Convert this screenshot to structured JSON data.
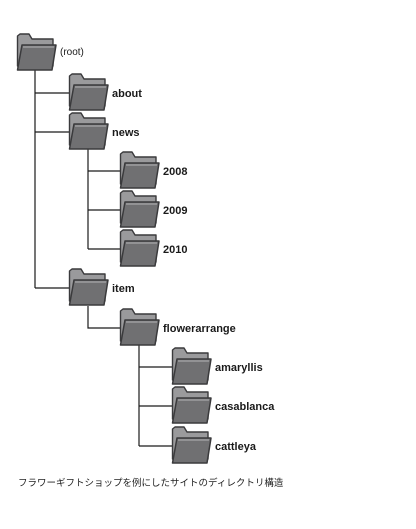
{
  "colors": {
    "folder_front": "#6e6e70",
    "folder_back": "#9a9a9c",
    "folder_outline": "#3a3a3c",
    "folder_highlight": "#b5b5b7",
    "line": "#1a1a1a",
    "text": "#1a1a1a"
  },
  "icon": "folder-icon",
  "tree": {
    "root": {
      "label": "(root)"
    },
    "about": {
      "label": "about"
    },
    "news": {
      "label": "news"
    },
    "news_2008": {
      "label": "2008"
    },
    "news_2009": {
      "label": "2009"
    },
    "news_2010": {
      "label": "2010"
    },
    "item": {
      "label": "item"
    },
    "flowerarrange": {
      "label": "flowerarrange"
    },
    "amaryllis": {
      "label": "amaryllis"
    },
    "casablanca": {
      "label": "casablanca"
    },
    "cattleya": {
      "label": "cattleya"
    }
  },
  "caption": "フラワーギフトショップを例にしたサイトのディレクトリ構造"
}
